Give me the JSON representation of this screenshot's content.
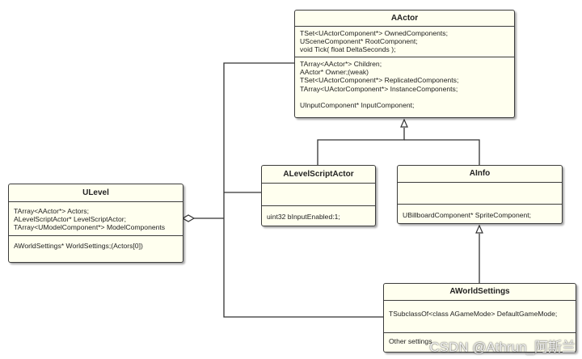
{
  "classes": {
    "aactor": {
      "name": "AActor",
      "section1": [
        "TSet<UActorComponent*> OwnedComponents;",
        "USceneComponent* RootComponent;",
        "void Tick( float DeltaSeconds );"
      ],
      "section2": [
        "TArray<AActor*> Children;",
        "AActor* Owner;(weak)",
        "TSet<UActorComponent*> ReplicatedComponents;",
        "TArray<UActorComponent*> InstanceComponents;",
        "",
        "UInputComponent* InputComponent;"
      ]
    },
    "alevelscriptactor": {
      "name": "ALevelScriptActor",
      "section1": [],
      "section2": [
        "uint32 bInputEnabled:1;"
      ]
    },
    "ainfo": {
      "name": "AInfo",
      "section1": [],
      "section2": [
        "UBillboardComponent* SpriteComponent;"
      ]
    },
    "ulevel": {
      "name": "ULevel",
      "section1": [
        "TArray<AActor*> Actors;",
        "ALevelScriptActor* LevelScriptActor;",
        "TArray<UModelComponent*> ModelComponents"
      ],
      "section2": [
        "AWorldSettings* WorldSettings;(Actors[0])"
      ]
    },
    "aworldsettings": {
      "name": "AWorldSettings",
      "section1": [
        "TSubclassOf<class AGameMode> DefaultGameMode;"
      ],
      "section2": [
        "Other settings"
      ]
    }
  },
  "watermark": "CSDN @Athrun_阿斯兰",
  "colors": {
    "box_fill": "#ffffef",
    "border": "#3c3c3c",
    "line": "#333333"
  }
}
